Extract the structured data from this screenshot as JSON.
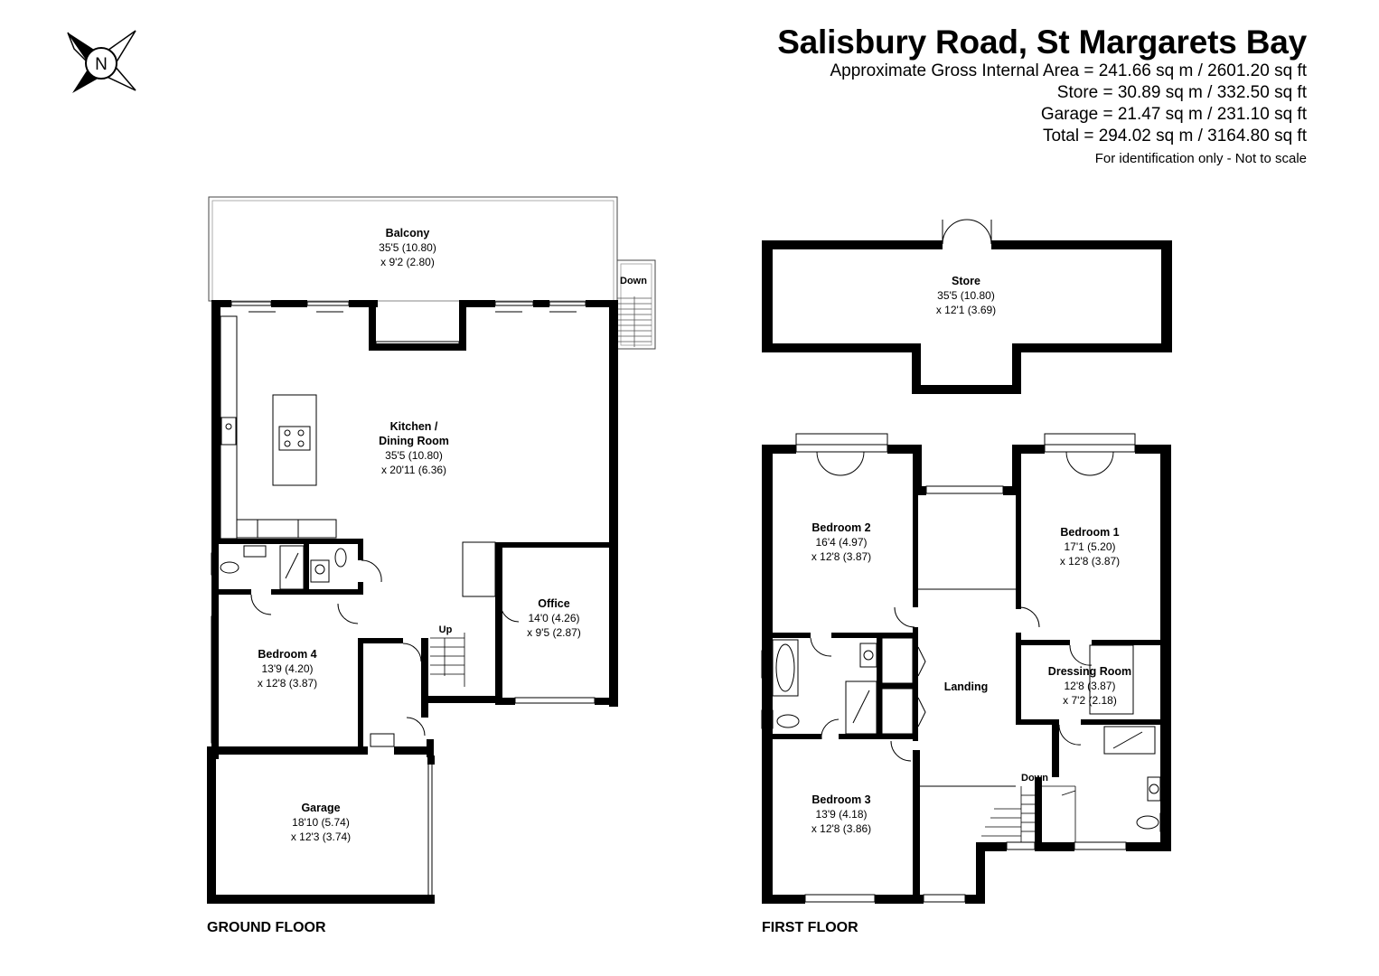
{
  "header": {
    "title": "Salisbury Road, St Margarets Bay",
    "area_line": "Approximate Gross Internal Area = 241.66 sq m / 2601.20 sq ft",
    "store_line": "Store = 30.89 sq m / 332.50 sq ft",
    "garage_line": "Garage = 21.47 sq m / 231.10 sq ft",
    "total_line": "Total = 294.02 sq m / 3164.80 sq ft",
    "disclaimer": "For identification only - Not to scale"
  },
  "compass": {
    "letter": "N",
    "icon": "compass-north-icon"
  },
  "ground_floor": {
    "label": "GROUND FLOOR",
    "rooms": {
      "balcony": {
        "name": "Balcony",
        "dim1": "35'5 (10.80)",
        "dim2": "x 9'2 (2.80)"
      },
      "kitchen": {
        "name1": "Kitchen /",
        "name2": "Dining Room",
        "dim1": "35'5 (10.80)",
        "dim2": "x 20'11 (6.36)"
      },
      "office": {
        "name": "Office",
        "dim1": "14'0 (4.26)",
        "dim2": "x 9'5 (2.87)"
      },
      "bedroom4": {
        "name": "Bedroom 4",
        "dim1": "13'9 (4.20)",
        "dim2": "x 12'8 (3.87)"
      },
      "garage": {
        "name": "Garage",
        "dim1": "18'10 (5.74)",
        "dim2": "x 12'3 (3.74)"
      }
    },
    "stairs_up": "Up",
    "stairs_down": "Down"
  },
  "first_floor": {
    "label": "FIRST FLOOR",
    "rooms": {
      "store": {
        "name": "Store",
        "dim1": "35'5 (10.80)",
        "dim2": "x 12'1 (3.69)"
      },
      "bedroom2": {
        "name": "Bedroom 2",
        "dim1": "16'4 (4.97)",
        "dim2": "x 12'8 (3.87)"
      },
      "bedroom1": {
        "name": "Bedroom 1",
        "dim1": "17'1 (5.20)",
        "dim2": "x 12'8 (3.87)"
      },
      "landing": {
        "name": "Landing"
      },
      "dressing": {
        "name": "Dressing Room",
        "dim1": "12'8 (3.87)",
        "dim2": "x 7'2 (2.18)"
      },
      "bedroom3": {
        "name": "Bedroom 3",
        "dim1": "13'9 (4.18)",
        "dim2": "x 12'8 (3.86)"
      }
    },
    "stairs_down": "Down"
  }
}
